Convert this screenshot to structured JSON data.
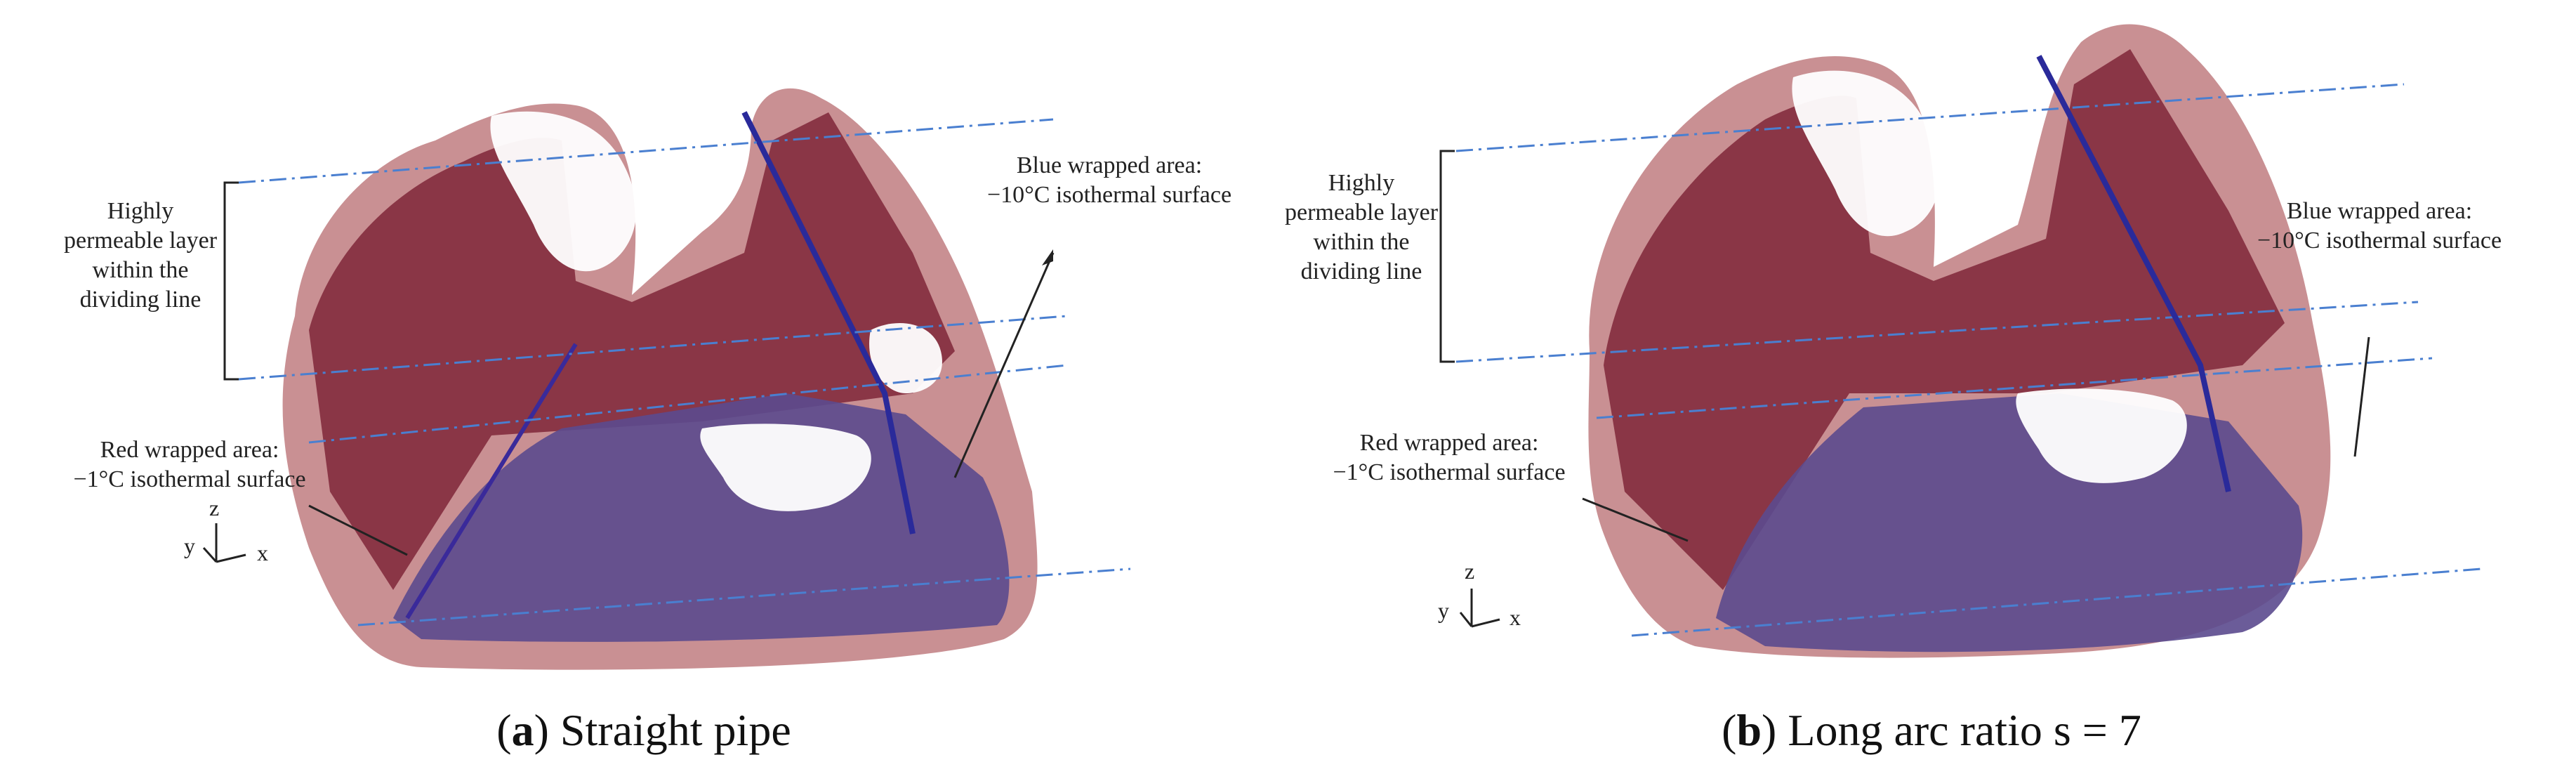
{
  "panels": [
    {
      "letter": "a",
      "caption_text": " Straight pipe",
      "layer_label": [
        "Highly",
        "permeable layer",
        "within the",
        "dividing line"
      ],
      "blue_label": [
        "Blue wrapped area:",
        "−10°C isothermal surface"
      ],
      "red_label": [
        "Red wrapped area:",
        "−1°C isothermal surface"
      ],
      "axes": {
        "z": "z",
        "y": "y",
        "x": "x"
      }
    },
    {
      "letter": "b",
      "caption_text": " Long arc ratio s = 7",
      "layer_label": [
        "Highly",
        "permeable layer",
        "within the",
        "dividing line"
      ],
      "blue_label": [
        "Blue wrapped area:",
        "−10°C isothermal surface"
      ],
      "red_label": [
        "Red wrapped area:",
        "−1°C isothermal surface"
      ],
      "axes": {
        "z": "z",
        "y": "y",
        "x": "x"
      }
    }
  ],
  "colors": {
    "red_surface": "#8b3a4a",
    "blue_surface": "#5a4a8f",
    "outline": "#c48a8a",
    "dash_line": "#4a7fd0"
  }
}
